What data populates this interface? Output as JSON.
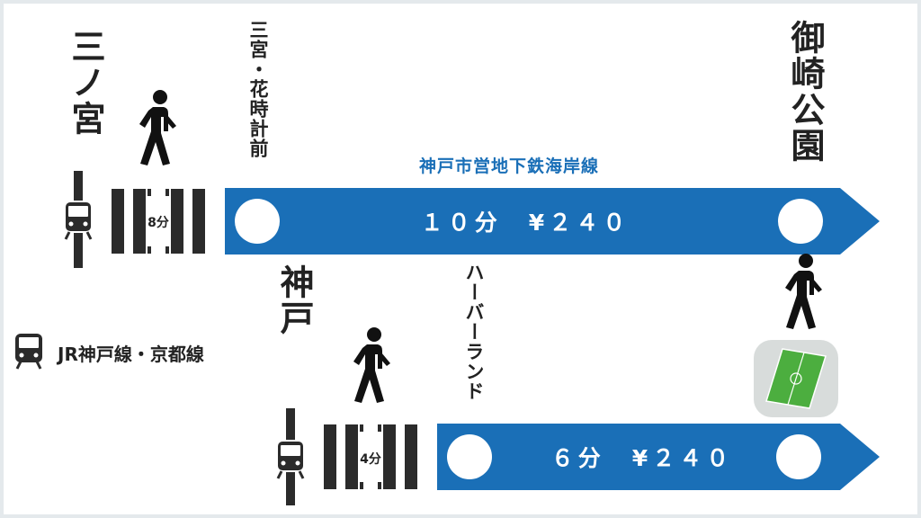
{
  "stations": {
    "sannomiya": "三ノ宮",
    "sannomiya_hanadokei": "三宮・花時計前",
    "misaki_koen": "御崎公園",
    "kobe": "神戸",
    "harborland": "ハーバーランド"
  },
  "routes": {
    "kaigan_line_name": "神戸市営地下鉄海岸線",
    "kaigan_info": "１０分　¥２４０",
    "kobe_info": "６分　¥２４０"
  },
  "walks": {
    "sannomiya_walk": "8分",
    "kobe_walk": "4分"
  },
  "legend": {
    "jr_label": "JR神戸線・京都線"
  },
  "colors": {
    "route_blue": "#1a6fb7",
    "rail_dark": "#2b2b2b",
    "pitch_green": "#4cae3f"
  },
  "icons": [
    "walking-person-icon",
    "train-icon",
    "stadium-icon"
  ]
}
